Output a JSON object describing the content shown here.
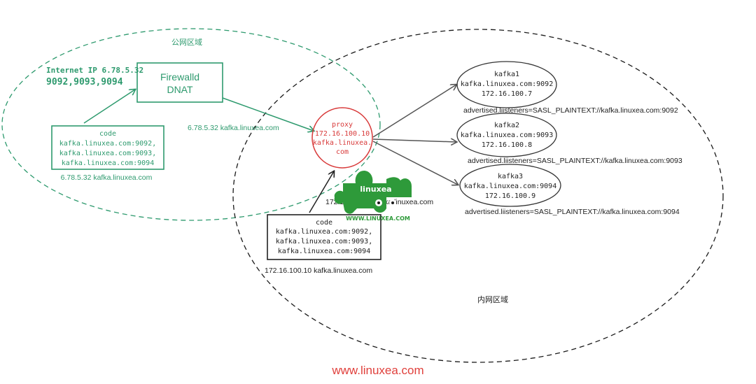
{
  "zones": {
    "public": {
      "label": "公网区域",
      "color": "#2e9a6e"
    },
    "internal": {
      "label": "内网区域",
      "color": "#1a1a1a"
    }
  },
  "internet_ip": {
    "line1": "Internet IP 6.78.5.32",
    "line2": "9092,9093,9094"
  },
  "firewall": {
    "line1": "Firewalld",
    "line2": "DNAT"
  },
  "public_host_label": "6.78.5.32  kafka.linuxea.com",
  "public_code": {
    "title": "code",
    "lines": [
      "kafka.linuxea.com:9092,",
      "kafka.linuxea.com:9093,",
      "kafka.linuxea.com:9094"
    ],
    "host": "6.78.5.32 kafka.linuxea.com"
  },
  "proxy": {
    "lines": [
      "proxy",
      "172.16.100.10",
      "kafka.linuxea.",
      "com"
    ],
    "color": "#d83a3a",
    "host_label": "172.16.100.10 kafka.linuxea.com"
  },
  "internal_code": {
    "title": "code",
    "lines": [
      "kafka.linuxea.com:9092,",
      "kafka.linuxea.com:9093,",
      "kafka.linuxea.com:9094"
    ],
    "host": "172.16.100.10 kafka.linuxea.com"
  },
  "brokers": [
    {
      "name": "kafka1",
      "host": "kafka.linuxea.com:9092",
      "ip": "172.16.100.7",
      "advertised": "advertised.liisteners=SASL_PLAINTEXT://kafka.linuxea.com:9092"
    },
    {
      "name": "kafka2",
      "host": "kafka.linuxea.com:9093",
      "ip": "172.16.100.8",
      "advertised": "advertised.liisteners=SASL_PLAINTEXT://kafka.linuxea.com:9093"
    },
    {
      "name": "kafka3",
      "host": "kafka.linuxea.com:9094",
      "ip": "172.16.100.9",
      "advertised": "advertised.liisteners=SASL_PLAINTEXT://kafka.linuxea.com:9094"
    }
  ],
  "logo": {
    "name": "linuxea",
    "url": "WWW.LINUXEA.COM",
    "color": "#2e9a3a"
  },
  "watermark": {
    "text": "www.linuxea.com",
    "color": "#e0403c"
  }
}
